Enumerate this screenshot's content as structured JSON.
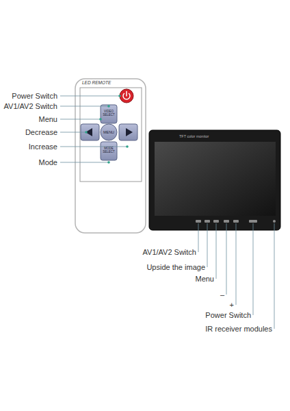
{
  "diagram": {
    "labels": [
      "LED REMOTE",
      "VIDEO SELECT",
      "MENU",
      "MODE SELECT",
      "Power Switch",
      "AV1/AV2 Switch",
      "Menu",
      "Decrease",
      "Increase",
      "Mode",
      "TFT color monitor",
      "AV1/AV2 Switch",
      "Upside the image",
      "Menu",
      "–",
      "+",
      "Power Switch",
      "IR receiver modules"
    ]
  }
}
